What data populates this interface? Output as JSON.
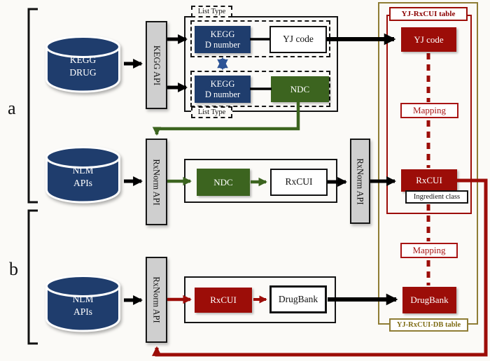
{
  "colors": {
    "navy": "#1F3D6D",
    "green": "#3C641F",
    "dark_red": "#9C0D08",
    "mapping_red": "#A81414",
    "olive": "#8F7D35",
    "gray": "#CFCFCF",
    "blue_arrow": "#2E5596"
  },
  "sections": {
    "a": "a",
    "b": "b"
  },
  "databases": {
    "kegg_drug": {
      "line1": "KEGG",
      "line2": "DRUG"
    },
    "nlm_a": {
      "line1": "NLM",
      "line2": "APIs"
    },
    "nlm_b": {
      "line1": "NLM",
      "line2": "APIs"
    }
  },
  "apis": {
    "kegg": "KEGG API",
    "rxnorm_a": "RxNorm API",
    "rxnorm_mid": "RxNorm API",
    "rxnorm_b": "RxNorm API"
  },
  "list_groups": {
    "top_label": "List Type",
    "bottom_label": "List Type",
    "kegg_d_top": {
      "line1": "KEGG",
      "line2": "D number"
    },
    "kegg_d_bottom": {
      "line1": "KEGG",
      "line2": "D number"
    },
    "yj_code": "YJ code",
    "ndc": "NDC"
  },
  "mid_flow": {
    "ndc": "NDC",
    "rxcui": "RxCUI"
  },
  "b_flow": {
    "rxcui": "RxCUI",
    "drugbank": "DrugBank"
  },
  "right_panel": {
    "top_table_label": "YJ-RxCUI table",
    "yj_code": "YJ code",
    "mapping_upper": "Mapping",
    "rxcui": "RxCUI",
    "ingredient_class": "Ingredient class",
    "mapping_lower": "Mapping",
    "drugbank": "DrugBank",
    "bottom_table_label": "YJ-RxCUI-DB table"
  }
}
